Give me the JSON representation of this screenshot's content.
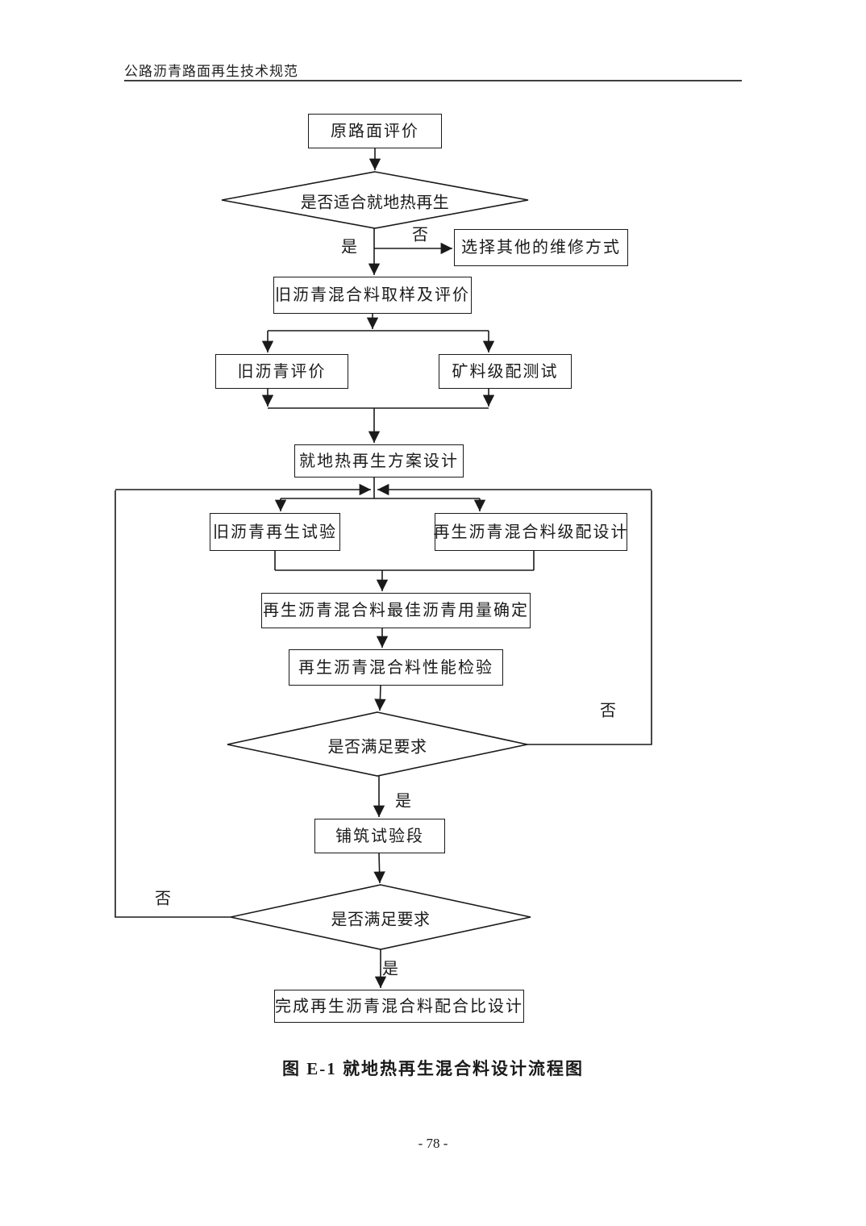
{
  "page": {
    "header": "公路沥青路面再生技术规范",
    "caption": "图 E-1  就地热再生混合料设计流程图",
    "page_number": "- 78 -"
  },
  "flowchart": {
    "labels": {
      "yes": "是",
      "no": "否"
    },
    "nodes": [
      {
        "id": "original-pavement-evaluation",
        "type": "process",
        "label": "原路面评价"
      },
      {
        "id": "suitable-for-hot-in-place-recycling",
        "type": "decision",
        "label": "是否适合就地热再生"
      },
      {
        "id": "choose-other-maintenance",
        "type": "process",
        "label": "选择其他的维修方式"
      },
      {
        "id": "old-mixture-sampling-and-evaluation",
        "type": "process",
        "label": "旧沥青混合料取样及评价"
      },
      {
        "id": "old-asphalt-evaluation",
        "type": "process",
        "label": "旧沥青评价"
      },
      {
        "id": "aggregate-gradation-test",
        "type": "process",
        "label": "矿料级配测试"
      },
      {
        "id": "hot-in-place-recycling-scheme-design",
        "type": "process",
        "label": "就地热再生方案设计"
      },
      {
        "id": "old-asphalt-recycling-test",
        "type": "process",
        "label": "旧沥青再生试验"
      },
      {
        "id": "recycled-mixture-gradation-design",
        "type": "process",
        "label": "再生沥青混合料级配设计"
      },
      {
        "id": "optimal-asphalt-content-determination",
        "type": "process",
        "label": "再生沥青混合料最佳沥青用量确定"
      },
      {
        "id": "recycled-mixture-performance-inspection",
        "type": "process",
        "label": "再生沥青混合料性能检验"
      },
      {
        "id": "meet-requirements-1",
        "type": "decision",
        "label": "是否满足要求"
      },
      {
        "id": "paving-test-section",
        "type": "process",
        "label": "铺筑试验段"
      },
      {
        "id": "meet-requirements-2",
        "type": "decision",
        "label": "是否满足要求"
      },
      {
        "id": "complete-mix-proportion-design",
        "type": "process",
        "label": "完成再生沥青混合料配合比设计"
      }
    ]
  }
}
